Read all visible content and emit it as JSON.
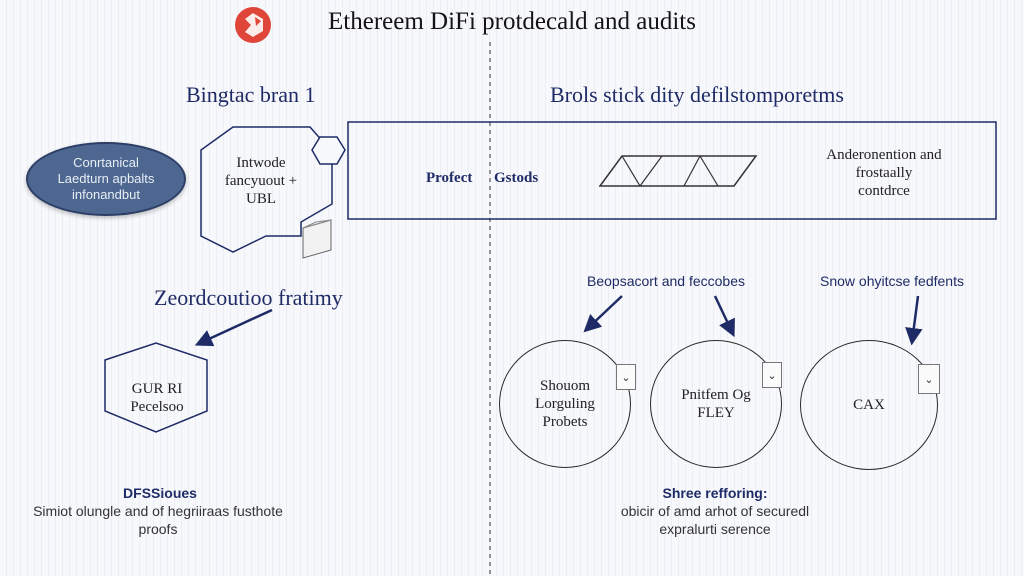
{
  "title": "Ethereem DiFi protdecald and audits",
  "left_panel": {
    "heading": "Bingtac bran 1",
    "oval_lines": [
      "Conrtanical",
      "Laedturn apbalts",
      "infonandbut"
    ],
    "hexagon_lines": [
      "Intwode",
      "fancyuout +",
      "UBL"
    ],
    "mid_heading": "Zeordcoutioo fratimy",
    "small_hex_lines": [
      "GUR RI",
      "Pecelsoo"
    ],
    "bottom_title": "DFSSioues",
    "bottom_lines": [
      "Simiot olungle and of hegriiraas fusthote",
      "proofs"
    ]
  },
  "right_panel": {
    "heading": "Brols stick dity defilstomporetms",
    "bar": {
      "label_protect": "Profect",
      "label_goods": "Gstods",
      "right_lines": [
        "Anderonention and",
        "frostaally",
        "contdrce"
      ]
    },
    "callout_left": "Beopsacort and feccobes",
    "callout_right": "Snow ohyitcse fedfents",
    "circles": [
      {
        "lines": [
          "Shouom",
          "Lorguling",
          "Probets"
        ]
      },
      {
        "lines": [
          "Pnitfem Og",
          "FLEY"
        ]
      },
      {
        "lines": [
          "CAX"
        ]
      }
    ],
    "bottom_title": "Shree refforing:",
    "bottom_lines": [
      "obicir of amd arhot of securedl",
      "expralurti serence"
    ]
  },
  "colors": {
    "accent_navy": "#1f2b66",
    "oval_fill": "#4d6790",
    "logo_red": "#e0453a"
  },
  "icons": [
    "logo-icon",
    "hexagon-icon",
    "cube-icon",
    "chevron-down-icon",
    "arrow-icon"
  ]
}
